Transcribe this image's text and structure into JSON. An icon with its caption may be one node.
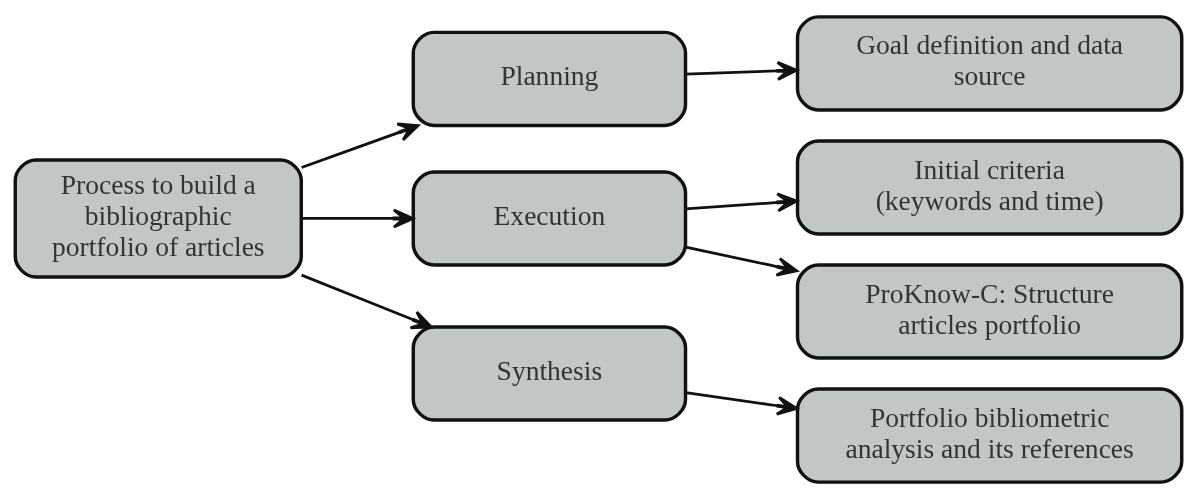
{
  "diagram": {
    "nodes": [
      {
        "text": [
          "Process to build a bibliographic portfolio of articles"
        ]
      },
      {
        "text": [
          "Planning"
        ]
      },
      {
        "text": [
          "Goal definition and data source"
        ]
      },
      {
        "text": [
          "Execution"
        ]
      },
      {
        "text": [
          "Initial criteria (keywords and time)"
        ]
      },
      {
        "text": [
          "ProKnow-C: Structure articles portfolio"
        ]
      },
      {
        "text": [
          "Synthesis"
        ]
      },
      {
        "text": [
          "Portfolio bibliometric analysis and its references"
        ]
      }
    ],
    "edges": [
      {
        "from": 0,
        "to": 1,
        "arrow": "to"
      },
      {
        "from": 0,
        "to": 3,
        "arrow": "to"
      },
      {
        "from": 0,
        "to": 6,
        "arrow": "to"
      },
      {
        "from": 1,
        "to": 2,
        "arrow": "to"
      },
      {
        "from": 3,
        "to": 4,
        "arrow": "to"
      },
      {
        "from": 3,
        "to": 5,
        "arrow": "to"
      },
      {
        "from": 6,
        "to": 7,
        "arrow": "to"
      }
    ]
  }
}
